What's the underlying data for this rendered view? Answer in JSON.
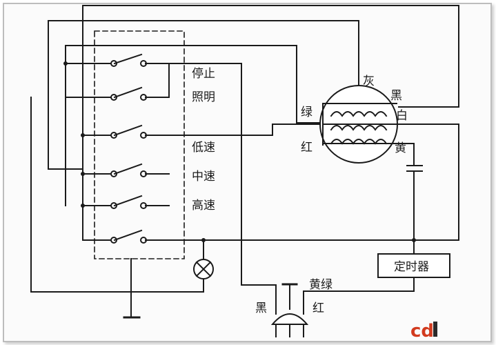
{
  "switch_labels": {
    "stop": "停止",
    "light": "照明",
    "low": "低速",
    "mid": "中速",
    "high": "高速"
  },
  "motor_wire_labels": {
    "gray": "灰",
    "black": "黑",
    "white": "白",
    "green": "绿",
    "red": "红",
    "yellow": "黄"
  },
  "timer_label": "定时器",
  "plug_labels": {
    "yellow_green": "黄绿",
    "black": "黑",
    "red": "红"
  },
  "watermark": "cd",
  "colors": {
    "line": "#1a1a1a",
    "background": "#fbfbfb",
    "watermark_red": "#d23b1f",
    "watermark_dark": "#2a2a2a"
  }
}
